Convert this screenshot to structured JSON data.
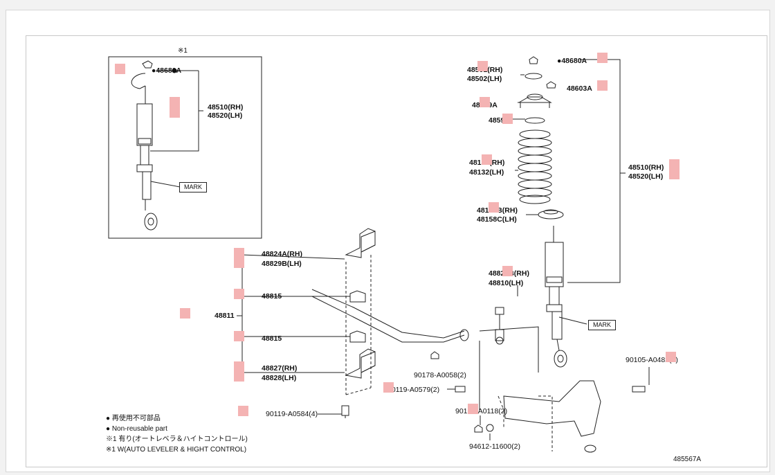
{
  "diagram": {
    "ref_code": "485567A",
    "inset_note": "※1",
    "inset_labels": {
      "nut": "●48680A",
      "absorber_rh": "48510(RH)",
      "absorber_lh": "48520(LH)",
      "mark": "MARK"
    },
    "main_labels": {
      "nut": "●48680A",
      "support_rh": "48501(RH)",
      "support_lh": "48502(LH)",
      "nut2": "48603A",
      "mount": "48609A",
      "bearing": "48597",
      "spring_rh": "48131(RH)",
      "spring_lh": "48132(LH)",
      "insulator_rh": "48158B(RH)",
      "insulator_lh": "48158C(LH)",
      "absorber_rh": "48510(RH)",
      "absorber_lh": "48520(LH)",
      "link_rh": "48820B(RH)",
      "link_lh": "48810(LH)",
      "mark": "MARK",
      "bolt_a0482": "90105-A0482(2)"
    },
    "stabilizer_labels": {
      "bracket_upper_rh": "48824A(RH)",
      "bracket_upper_lh": "48829B(LH)",
      "bushing_upper": "48815",
      "bar": "48811",
      "bushing_lower": "48815",
      "bracket_lower_rh": "48827(RH)",
      "bracket_lower_lh": "48828(LH)",
      "bolt_a0584": "90119-A0584(4)"
    },
    "fastener_labels": {
      "nut_a0058": "90178-A0058(2)",
      "bolt_a0579": "90119-A0579(2)",
      "nut_a0118": "90178-A0118(2)",
      "washer_11600": "94612-11600(2)"
    },
    "notes": [
      "● 再使用不可部品",
      "● Non-reusable part",
      "※1 有り(オートレベラ＆ハイトコントロール)",
      "※1 W(AUTO LEVELER & HIGHT CONTROL)"
    ],
    "marker_color": "#f4b3b3"
  }
}
